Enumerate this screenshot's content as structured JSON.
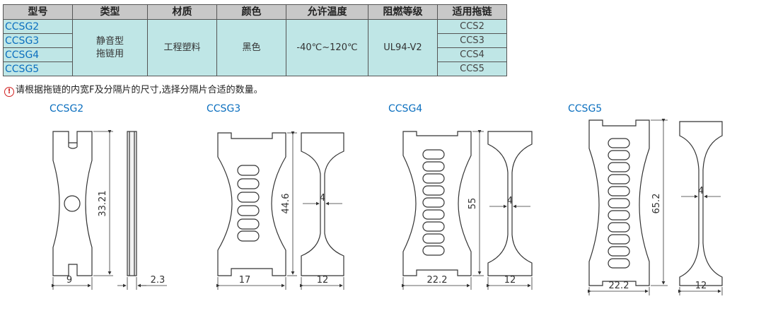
{
  "table": {
    "headers": [
      "型号",
      "类型",
      "材质",
      "颜色",
      "允许温度",
      "阻燃等级",
      "适用拖链"
    ],
    "models": [
      "CCSG2",
      "CCSG3",
      "CCSG4",
      "CCSG5"
    ],
    "type": "静音型拖链用",
    "type_line1": "静音型",
    "type_line2": "拖链用",
    "material": "工程塑料",
    "color": "黑色",
    "temperature": "-40℃~120℃",
    "flame_rating": "UL94-V2",
    "chains": [
      "CCS2",
      "CCS3",
      "CCS4",
      "CCS5"
    ]
  },
  "note": {
    "icon": "warning-icon",
    "text": "请根据拖链的内宽F及分隔片的尺寸,选择分隔片合适的数量。"
  },
  "drawings": [
    {
      "title": "CCSG2",
      "height": "33.21",
      "width": "9",
      "thickness": "2.3"
    },
    {
      "title": "CCSG3",
      "height": "44.6",
      "width": "17",
      "web": "4",
      "side_width": "12"
    },
    {
      "title": "CCSG4",
      "height": "55",
      "width": "22.2",
      "web": "4",
      "side_width": "12"
    },
    {
      "title": "CCSG5",
      "height": "65.2",
      "width": "22.2",
      "web": "4",
      "side_width": "12"
    }
  ],
  "colors": {
    "accent": "#0b6fbf",
    "cell_bg": "#bfe6e6",
    "header_bg": "#c8c8c8",
    "line": "#333333"
  }
}
